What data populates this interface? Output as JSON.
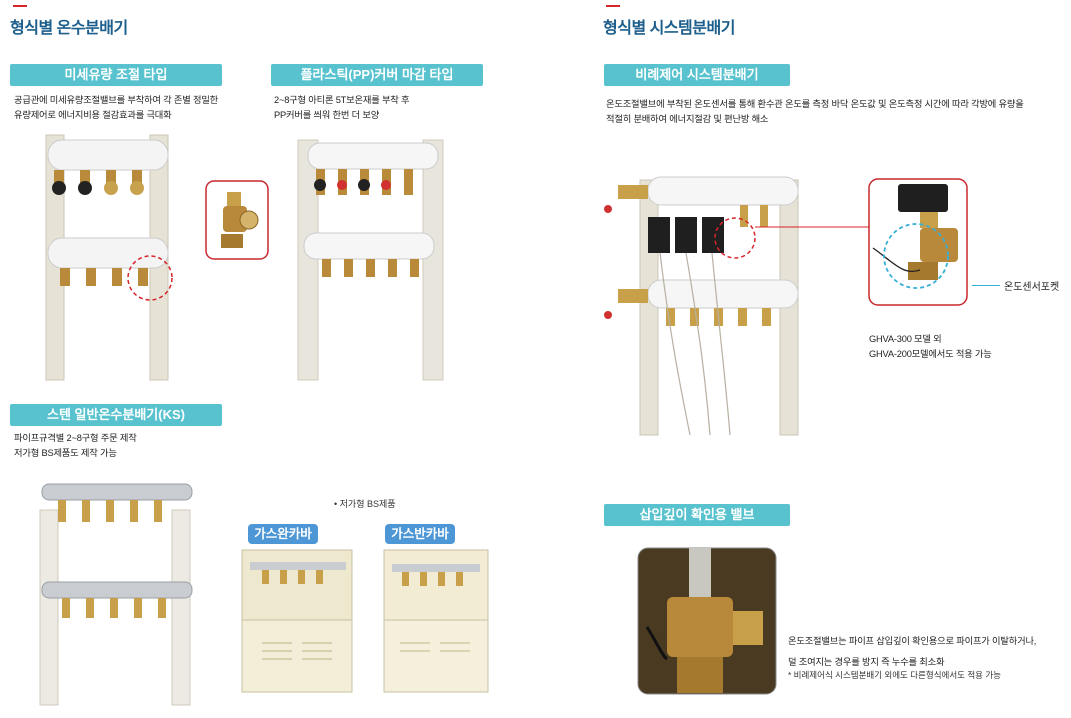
{
  "left": {
    "title": "형식별 온수분배기",
    "micro": {
      "label": "미세유량 조절 타입",
      "desc": [
        "공급관에 미세유량조절밸브를 부착하여 각 존별 정밀한",
        "유량제어로 에너지비용 절감효과를 극대화"
      ]
    },
    "pp": {
      "label": "플라스틱(PP)커버 마감 타입",
      "desc": [
        "2~8구형 아티론 5T보온재를 부착 후",
        "PP커버를 씌워 한번 더 보양"
      ]
    },
    "steel": {
      "label": "스텐 일반온수분배기(KS)",
      "desc": [
        "파이프규격별 2~8구형 주문 제작",
        "저가형 BS제품도 제작 가능"
      ]
    },
    "bs_note": "• 저가형 BS제품",
    "gas_full": "가스완카바",
    "gas_half": "가스반카바"
  },
  "right": {
    "title": "형식별 시스템분배기",
    "ratio": {
      "label": "비례제어 시스템분배기",
      "desc": [
        "온도조절밸브에 부착된 온도센서를 통해 환수관 온도를 측정 바닥 온도값 및 온도측정 시간에 따라 각방에 유량을",
        "적절히 분배하여 에너지절감 및 편난방 해소"
      ]
    },
    "sensor_socket": "온도센서포켓",
    "model_lines": [
      "GHVA-300 모델 외",
      "GHVA-200모델에서도 적용 가능"
    ],
    "insert": {
      "label": "삽입깊이 확인용 밸브",
      "desc": [
        "온도조절밸브는 파이프 삽입깊이 확인용으로 파이프가 이탈하거나,",
        "덜 조여지는 경우를 방지 즉 누수를 최소화"
      ],
      "note": "* 비례제어식 시스템분배기 외에도 다른형식에서도 적용 가능"
    }
  },
  "colors": {
    "title": "#1d5f8c",
    "pill": "#58c3cf",
    "pill_blue": "#4d97d6",
    "accent_red": "#d7262b"
  }
}
